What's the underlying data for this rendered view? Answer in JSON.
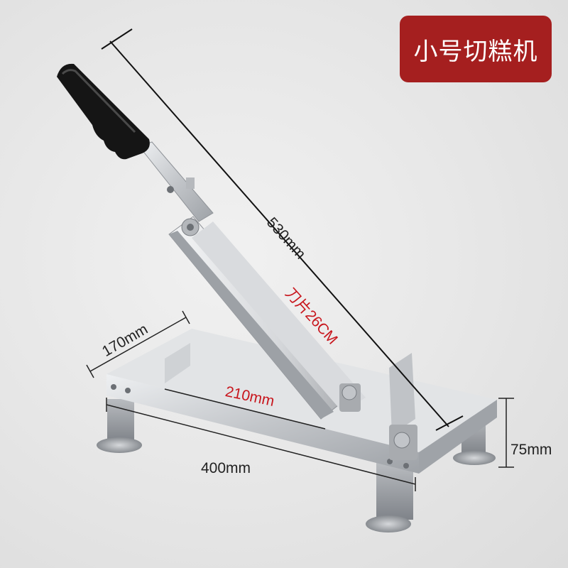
{
  "product_badge": {
    "text": "小号切糕机",
    "color": "#a51f1f"
  },
  "dimensions": {
    "diagonal_length": "530mm",
    "blade_length": "刀片26CM",
    "base_width": "170mm",
    "cut_width": "210mm",
    "base_length": "400mm",
    "height": "75mm"
  },
  "colors": {
    "accent_red": "#c8161d",
    "background": "#e8e8e8",
    "steel": "#c9ccd0",
    "handle": "#151515"
  }
}
